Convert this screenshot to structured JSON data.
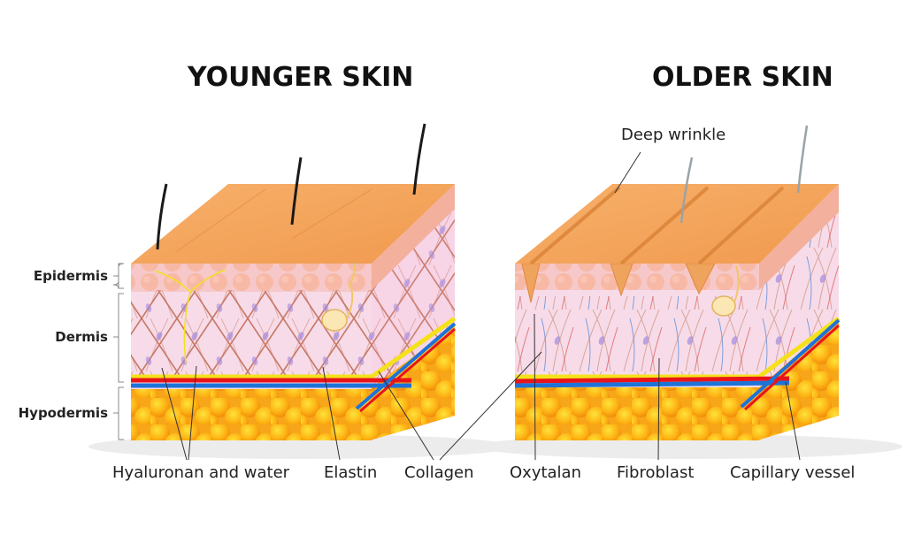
{
  "titles": {
    "younger": "YOUNGER SKIN",
    "older": "OLDER SKIN"
  },
  "layers": [
    {
      "label": "Epidermis"
    },
    {
      "label": "Dermis"
    },
    {
      "label": "Hypodermis"
    }
  ],
  "callouts": {
    "hyaluronan": "Hyaluronan and water",
    "elastin": "Elastin",
    "collagen": "Collagen",
    "oxytalan": "Oxytalan",
    "fibroblast": "Fibroblast",
    "capillary": "Capillary vessel",
    "deep_wrinkle": "Deep wrinkle"
  },
  "colors": {
    "skin_top": "#f5a55b",
    "epidermis": "#f6b9a4",
    "dermis": "#f7dbe8",
    "hypodermis": "#fdb515",
    "collagen": "#b5573a",
    "artery": "#e8141b",
    "vein": "#1e73d8",
    "nerve": "#f4e11a"
  }
}
